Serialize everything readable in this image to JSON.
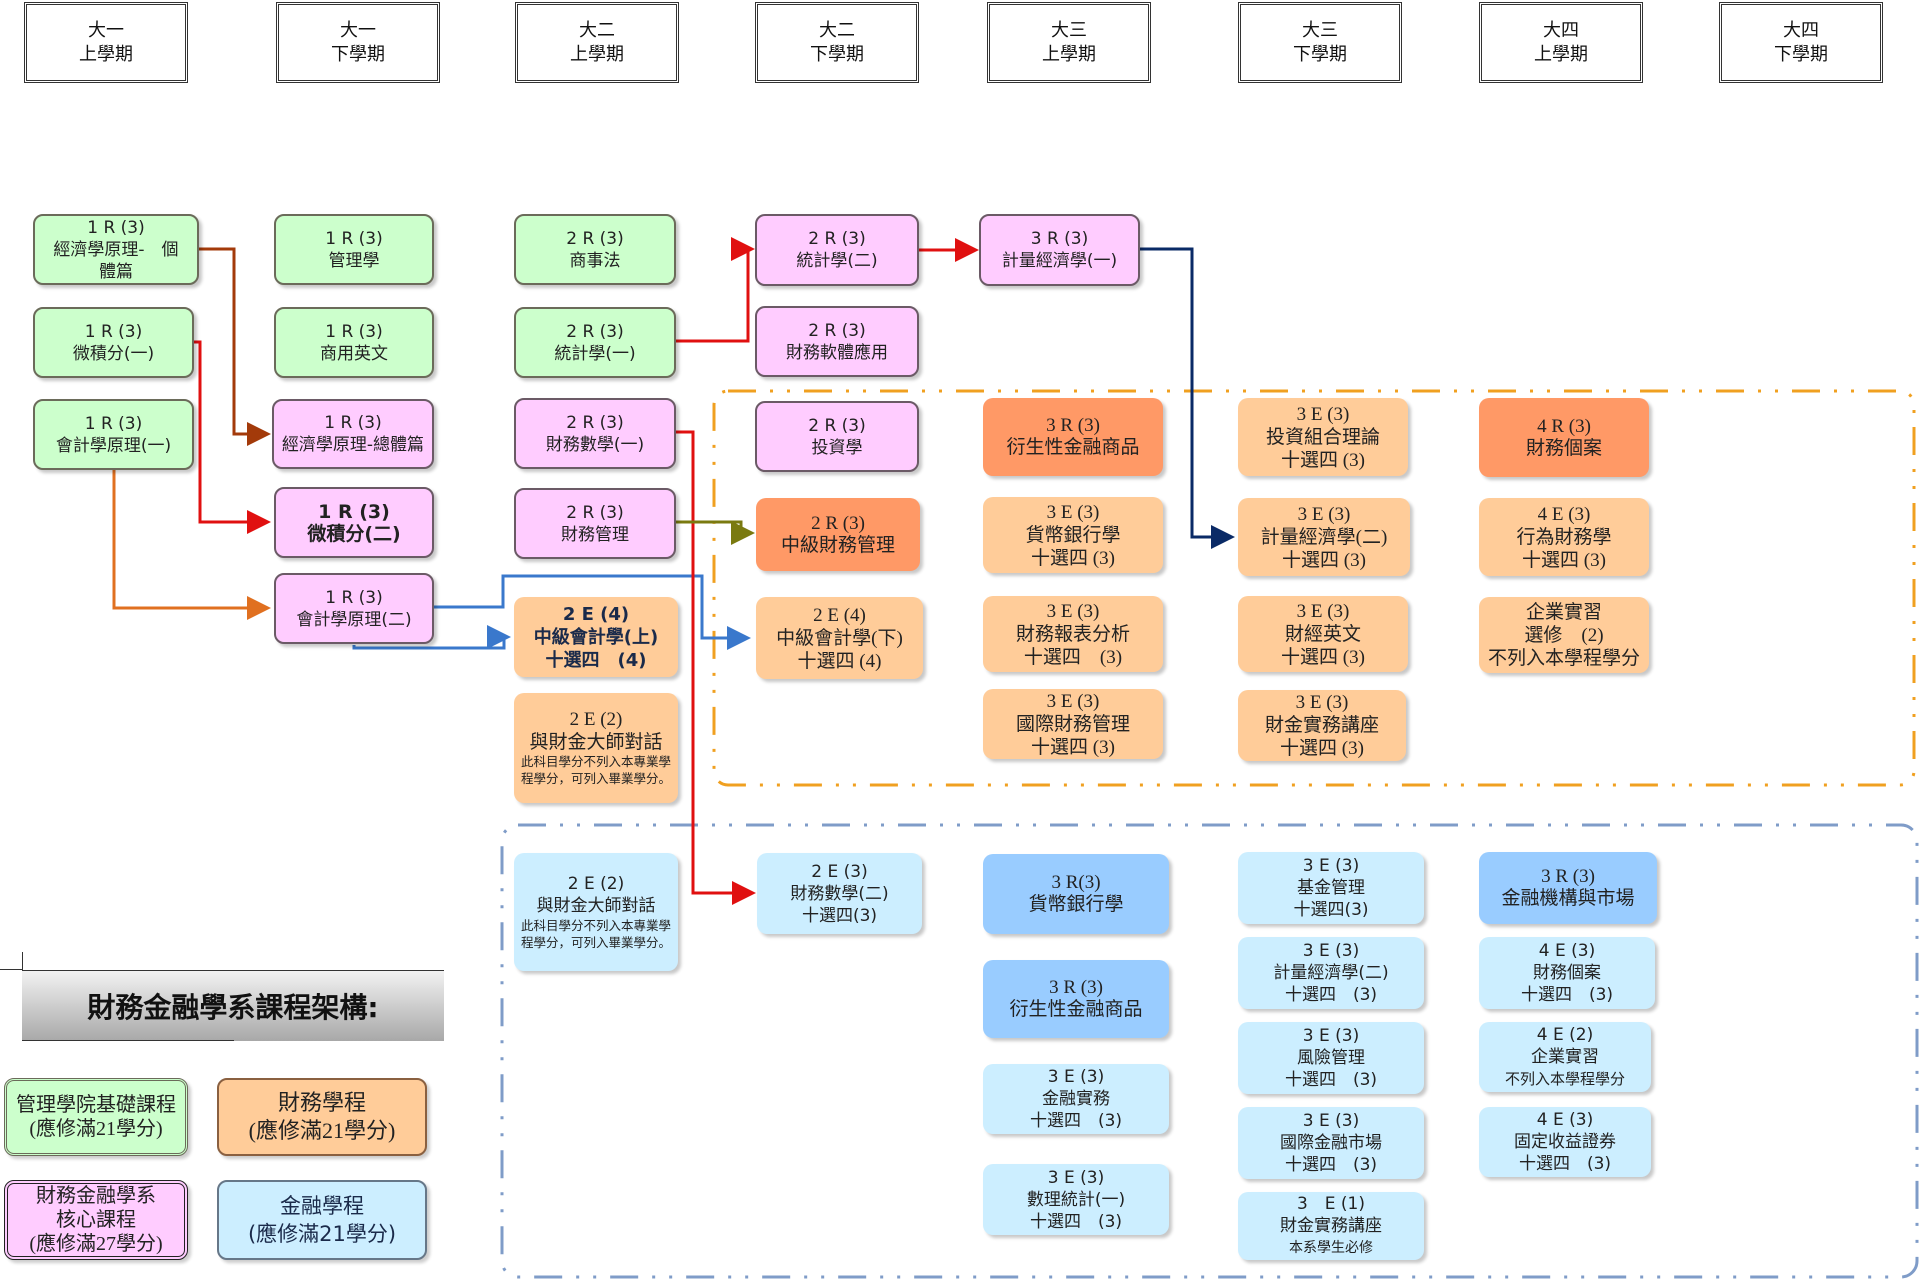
{
  "semesters": [
    {
      "year": "大一",
      "term": "上學期"
    },
    {
      "year": "大一",
      "term": "下學期"
    },
    {
      "year": "大二",
      "term": "上學期"
    },
    {
      "year": "大二",
      "term": "下學期"
    },
    {
      "year": "大三",
      "term": "上學期"
    },
    {
      "year": "大三",
      "term": "下學期"
    },
    {
      "year": "大四",
      "term": "上學期"
    },
    {
      "year": "大四",
      "term": "下學期"
    }
  ],
  "courses": {
    "econ_micro": {
      "code": "1 R (3)",
      "name": "經濟學原理-　個",
      "name2": "體篇"
    },
    "calc1": {
      "code": "1 R (3)",
      "name": "微積分(一)"
    },
    "acct1": {
      "code": "1 R (3)",
      "name": "會計學原理(一)"
    },
    "mgmt": {
      "code": "1 R (3)",
      "name": "管理學"
    },
    "bizeng": {
      "code": "1 R (3)",
      "name": "商用英文"
    },
    "econ_macro": {
      "code": "1 R (3)",
      "name": "經濟學原理-總體篇"
    },
    "calc2": {
      "code": "1 R (3)",
      "name": "微積分(二)"
    },
    "acct2": {
      "code": "1 R (3)",
      "name": "會計學原理(二)"
    },
    "bizlaw": {
      "code": "2 R (3)",
      "name": "商事法"
    },
    "stat1": {
      "code": "2 R (3)",
      "name": "統計學(一)"
    },
    "finmath1": {
      "code": "2 R (3)",
      "name": "財務數學(一)"
    },
    "finmgmt": {
      "code": "2 R (3)",
      "name": "財務管理"
    },
    "interacct1": {
      "code": "2 E (4)",
      "name": "中級會計學(上)",
      "note": "十選四　(4)"
    },
    "dialog_f": {
      "code": "2 E (2)",
      "name": "與財金大師對話",
      "note": "此科目學分不列入本專業學程學分，可列入畢業學分。"
    },
    "stat2": {
      "code": "2 R (3)",
      "name": "統計學(二)"
    },
    "finsoft": {
      "code": "2 R (3)",
      "name": "財務軟體應用"
    },
    "invest": {
      "code": "2 R (3)",
      "name": "投資學"
    },
    "interfin": {
      "code": "2 R (3)",
      "name": "中級財務管理"
    },
    "interacct2": {
      "code": "2 E (4)",
      "name": "中級會計學(下)",
      "note": "十選四 (4)"
    },
    "econometrics1": {
      "code": "3 R (3)",
      "name": "計量經濟學(一)"
    },
    "deriv_f": {
      "code": "3 R (3)",
      "name": "衍生性金融商品"
    },
    "money_f": {
      "code": "3 E (3)",
      "name": "貨幣銀行學",
      "note": "十選四 (3)"
    },
    "fsa_f": {
      "code": "3 E (3)",
      "name": "財務報表分析",
      "note": "十選四　(3)"
    },
    "intlfin_f": {
      "code": "3 E (3)",
      "name": "國際財務管理",
      "note": "十選四 (3)"
    },
    "portfolio_f": {
      "code": "3 E (3)",
      "name": "投資組合理論",
      "note": "十選四 (3)"
    },
    "econometrics2_f": {
      "code": "3 E (3)",
      "name": "計量經濟學(二)",
      "note": "十選四 (3)"
    },
    "fineng_f": {
      "code": "3 E (3)",
      "name": "財經英文",
      "note": "十選四 (3)"
    },
    "lecture_f": {
      "code": "3 E (3)",
      "name": "財金實務講座",
      "note": "十選四 (3)"
    },
    "case_f": {
      "code": "4 R (3)",
      "name": "財務個案"
    },
    "behav_f": {
      "code": "4 E (3)",
      "name": "行為財務學",
      "note": "十選四 (3)"
    },
    "intern_f": {
      "code": "企業實習",
      "name": "選修　(2)",
      "note": "不列入本學程學分"
    },
    "dialog_b": {
      "code": "2 E (2)",
      "name": "與財金大師對話",
      "note": "此科目學分不列入本專業學程學分，可列入畢業學分。"
    },
    "finmath2_b": {
      "code": "2 E (3)",
      "name": "財務數學(二)",
      "note": "十選四(3)"
    },
    "money_b": {
      "code": "3 R(3)",
      "name": "貨幣銀行學"
    },
    "deriv_b": {
      "code": "3 R (3)",
      "name": "衍生性金融商品"
    },
    "finpractice_b": {
      "code": "3 E (3)",
      "name": "金融實務",
      "note": "十選四　(3)"
    },
    "mathstat_b": {
      "code": "3 E (3)",
      "name": "數理統計(一)",
      "note": "十選四　(3)"
    },
    "fund_b": {
      "code": "3 E (3)",
      "name": "基金管理",
      "note": "十選四(3)"
    },
    "econometrics2_b": {
      "code": "3 E (3)",
      "name": "計量經濟學(二)",
      "note": "十選四　(3)"
    },
    "risk_b": {
      "code": "3 E (3)",
      "name": "風險管理",
      "note": "十選四　(3)"
    },
    "intlmkt_b": {
      "code": "3 E (3)",
      "name": "國際金融市場",
      "note": "十選四　(3)"
    },
    "lecture_b": {
      "code": "3　E (1)",
      "name": "財金實務講座",
      "note": "本系學生必修"
    },
    "institutions_b": {
      "code": "3 R (3)",
      "name": "金融機構與市場"
    },
    "case_b": {
      "code": "4 E (3)",
      "name": "財務個案",
      "note": "十選四　(3)"
    },
    "intern_b": {
      "code": "4 E (2)",
      "name": "企業實習",
      "note": "不列入本學程學分"
    },
    "fixedinc_b": {
      "code": "4 E (3)",
      "name": "固定收益證券",
      "note": "十選四　(3)"
    }
  },
  "legend": {
    "title": "財務金融學系課程架構:",
    "college": {
      "line1": "管理學院基礎課程",
      "line2": "(應修滿21學分)"
    },
    "finance_program": {
      "line1": "財務學程",
      "line2": "(應修滿21學分)"
    },
    "core": {
      "line1": "財務金融學系",
      "line2": "核心課程",
      "line3": "(應修滿27學分)"
    },
    "banking_program": {
      "line1": "金融學程",
      "line2": "(應修滿21學分)"
    }
  },
  "colors": {
    "college": "#ccffcc",
    "core": "#ffccff",
    "finance_program": "#ffcc99",
    "finance_required": "#ff9966",
    "banking_program": "#cceeff",
    "banking_required": "#99ccff",
    "finance_region_border": "#f0a020",
    "banking_region_border": "#7f9cc8"
  }
}
